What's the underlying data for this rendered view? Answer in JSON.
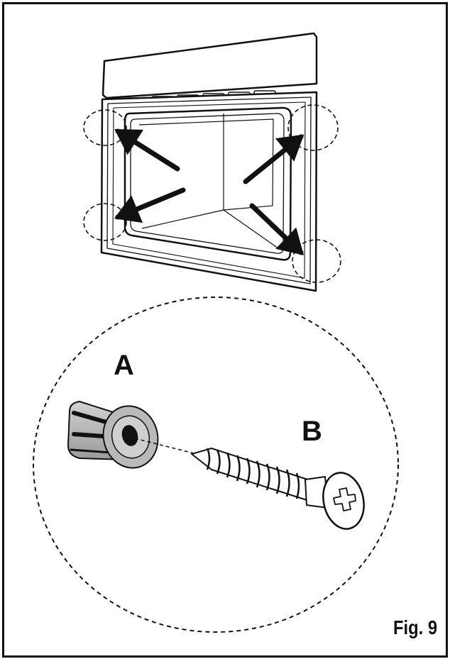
{
  "labels": {
    "part_a": "A",
    "part_b": "B",
    "figure": "Fig. 9"
  },
  "colors": {
    "line": "#111111",
    "plug_fill": "#b9b9b9",
    "plug_dark": "#8c8c8c",
    "background": "#ffffff"
  },
  "icons": {
    "oven": "oven-front-icon",
    "plug": "wall-plug-icon",
    "screw": "screw-icon"
  }
}
